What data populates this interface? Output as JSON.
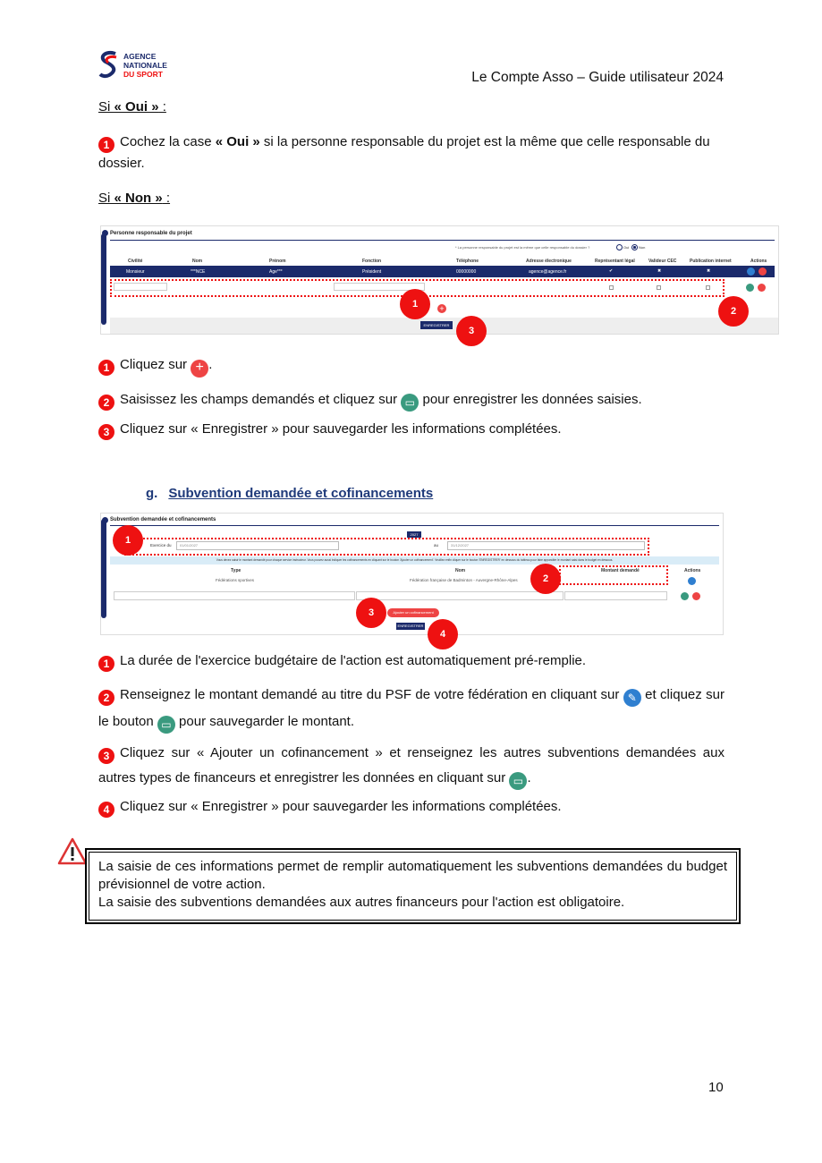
{
  "header": {
    "logo_lines": [
      "AGENCE",
      "NATIONALE",
      "DU SPORT"
    ],
    "doc_title": "Le Compte Asso – Guide utilisateur 2024"
  },
  "section_oui": {
    "heading_prefix": "Si ",
    "heading_bold": "« Oui »",
    "heading_suffix": " :",
    "step1_num": "1",
    "step1_a": "Cochez la case ",
    "step1_b": "« Oui »",
    "step1_c": " si la personne responsable du projet est la même que celle responsable du dossier."
  },
  "section_non": {
    "heading_prefix": "Si ",
    "heading_bold": "« Non »",
    "heading_suffix": " :"
  },
  "shot1": {
    "title": "Personne responsable du projet",
    "question": "* La personne responsable du projet est la même que celle responsable du dossier ?",
    "opt_oui": "Oui",
    "opt_non": "Non",
    "columns": [
      "Civilité",
      "Nom",
      "Prénom",
      "Fonction",
      "Téléphone",
      "Adresse électronique",
      "Représentant légal",
      "Valideur CEC",
      "Publication internet",
      "Actions"
    ],
    "row": [
      "Monsieur",
      "***NCE",
      "Age***",
      "Président",
      "00000000",
      "agence@agence.fr",
      "✔",
      "✖",
      "✖"
    ],
    "save_label": "ENREGISTRER",
    "markers": [
      "1",
      "2",
      "3"
    ]
  },
  "steps_non": [
    {
      "num": "1",
      "text_a": "Cliquez sur ",
      "text_b": "."
    },
    {
      "num": "2",
      "text_a": "Saisissez les champs demandés et cliquez sur ",
      "text_b": " pour enregistrer les données saisies."
    },
    {
      "num": "3",
      "text_a": "Cliquez sur « Enregistrer » pour sauvegarder les informations complétées.",
      "text_b": ""
    }
  ],
  "section_g": {
    "letter": "g.",
    "title": "Subvention demandée et cofinancements"
  },
  "shot2": {
    "title": "Subvention demandée et cofinancements",
    "year": "2027",
    "exercise_label": "Exercice du",
    "date_from": "01/01/2027",
    "au": "au",
    "date_to": "31/12/2027",
    "info": "Vous devez saisir le montant demandé pour chaque service instructeur. Vous pouvez aussi indiquer les cofinancements en cliquant sur le bouton 'Ajouter un cofinancement'. Veuillez enfin cliquer sur le bouton 'ENREGISTRER' en dessous du tableau pour faire apparaître le montant saisi dans le budget en dessous.",
    "columns": [
      "Type",
      "Nom",
      "Montant demandé",
      "Actions"
    ],
    "row": [
      "Fédérations sportives",
      "Fédération française de Badminton - Auvergne-Rhône-Alpes"
    ],
    "add_label": "Ajouter un cofinancement",
    "save_label": "ENREGISTRER",
    "markers": [
      "1",
      "2",
      "3",
      "4"
    ]
  },
  "steps_g": [
    {
      "num": "1",
      "text": "La durée de l'exercice budgétaire de l'action est automatiquement pré-remplie."
    },
    {
      "num": "2",
      "text_a": "Renseignez le montant demandé au titre du PSF de votre fédération en cliquant sur ",
      "text_b": " et cliquez sur le bouton ",
      "text_c": " pour sauvegarder le montant."
    },
    {
      "num": "3",
      "text_a": "Cliquez sur « Ajouter un cofinancement » et renseignez les autres subventions demandées aux autres types de financeurs et enregistrer les données en cliquant sur ",
      "text_b": "."
    },
    {
      "num": "4",
      "text": "Cliquez sur « Enregistrer » pour sauvegarder les informations complétées."
    }
  ],
  "warning": {
    "icon": "warning-triangle-icon",
    "line1": "La saisie de ces informations permet de remplir automatiquement les subventions demandées du budget prévisionnel de votre action.",
    "line2": "La saisie des subventions demandées aux autres financeurs pour l'action est obligatoire."
  },
  "footer": {
    "page_number": "10"
  },
  "colors": {
    "red": "#e11111",
    "navy": "#1b2a6b",
    "teal": "#3a9a7f",
    "blue": "#2f7fd0"
  }
}
